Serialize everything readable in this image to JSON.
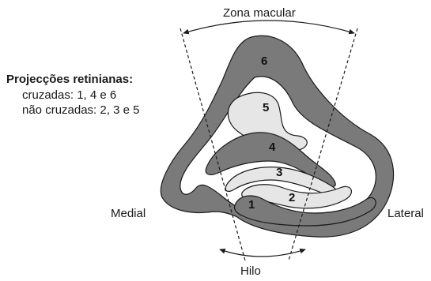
{
  "labels": {
    "top": "Zona macular",
    "bottom": "Hilo",
    "left": "Medial",
    "right": "Lateral"
  },
  "legend": {
    "title": "Projecções retinianas:",
    "crossed": "cruzadas: 1, 4 e 6",
    "uncrossed": "não cruzadas: 2, 3 e 5"
  },
  "layers": {
    "l1": "1",
    "l2": "2",
    "l3": "3",
    "l4": "4",
    "l5": "5",
    "l6": "6"
  },
  "colors": {
    "crossed_fill": "#7a7a7a",
    "uncrossed_fill": "#e6e6e6",
    "outline": "#1a1a1a"
  }
}
